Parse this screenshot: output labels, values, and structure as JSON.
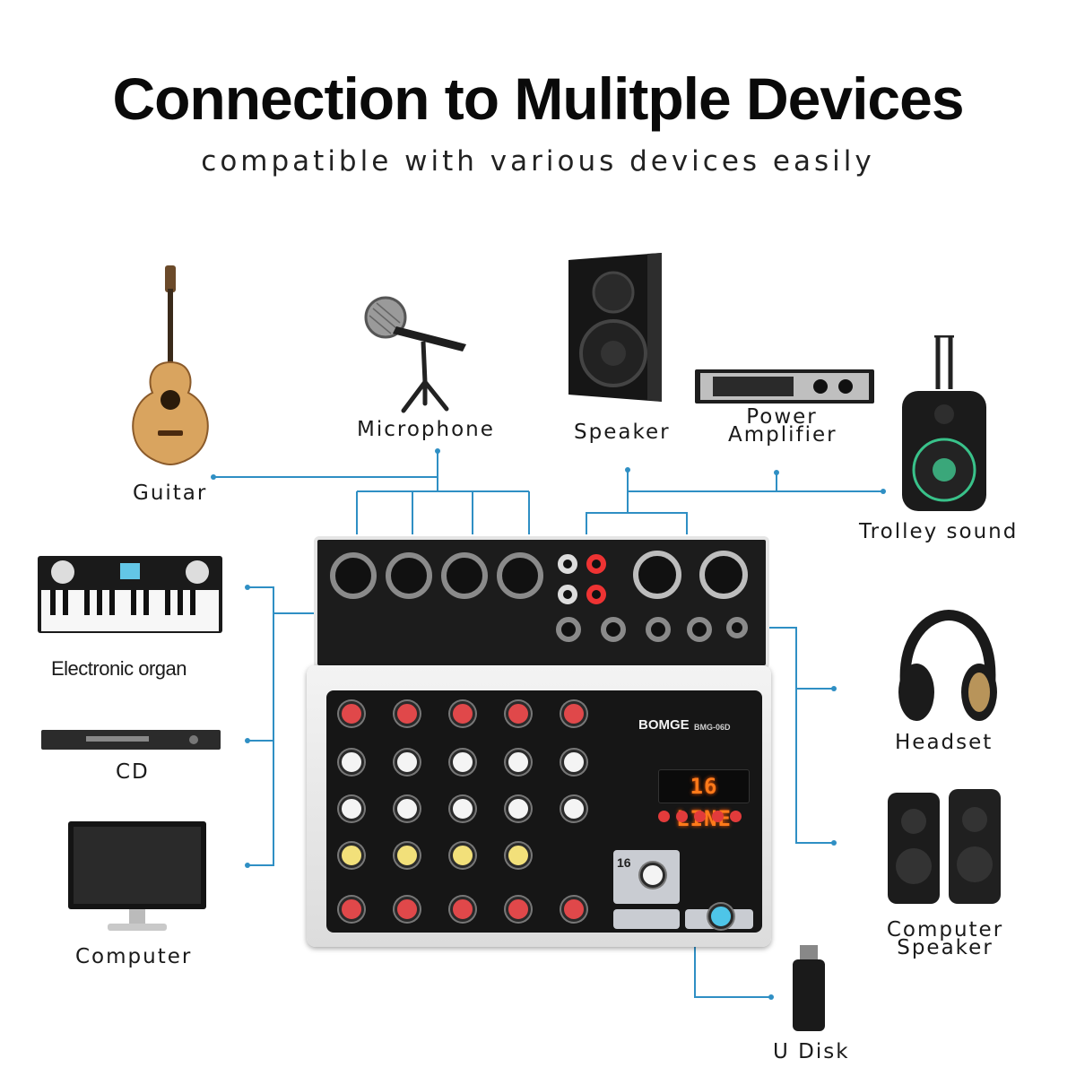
{
  "header": {
    "title": "Connection to Mulitple Devices",
    "subtitle": "compatible with various devices easily"
  },
  "devices": {
    "guitar": "Guitar",
    "microphone": "Microphone",
    "speaker": "Speaker",
    "power_amplifier": [
      "Power",
      "Amplifier"
    ],
    "trolley_sound": "Trolley sound",
    "electronic_organ": "Electronic organ",
    "cd": "CD",
    "computer": "Computer",
    "headset": "Headset",
    "computer_speaker": [
      "Computer",
      "Speaker"
    ],
    "u_disk": "U Disk"
  },
  "mixer": {
    "brand": "BOMGE",
    "model": "BMG-06D",
    "display": "16 LINE",
    "preset_number": "16"
  },
  "colors": {
    "connector_line": "#2f8fc4",
    "mixer_body": "#161616",
    "display_text": "#ff7a1a"
  }
}
